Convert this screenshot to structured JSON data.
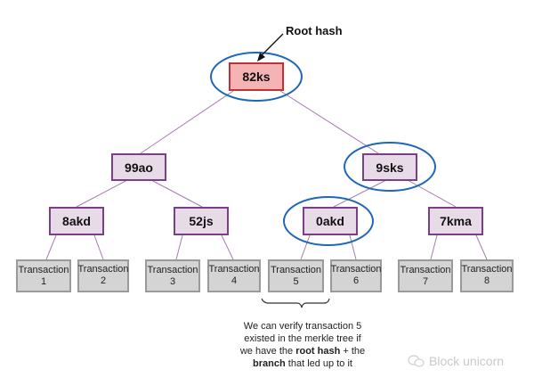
{
  "annotations": {
    "root_label": "Root hash",
    "caption": {
      "line1": "We can verify transaction 5",
      "line2": "existed in the merkle tree if",
      "line3_pre": "we have the ",
      "line3_bold": "root hash",
      "line3_post": " + the",
      "line4_bold": "branch",
      "line4_post": " that led up to it"
    },
    "watermark": "Block unicorn"
  },
  "tree": {
    "root": {
      "label": "82ks",
      "highlighted": true
    },
    "level1": [
      {
        "label": "99ao",
        "highlighted": false
      },
      {
        "label": "9sks",
        "highlighted": true
      }
    ],
    "level2": [
      {
        "label": "8akd",
        "highlighted": false
      },
      {
        "label": "52js",
        "highlighted": false
      },
      {
        "label": "0akd",
        "highlighted": true
      },
      {
        "label": "7kma",
        "highlighted": false
      }
    ],
    "transactions": [
      {
        "line1": "Transaction",
        "line2": "1"
      },
      {
        "line1": "Transaction",
        "line2": "2"
      },
      {
        "line1": "Transaction",
        "line2": "3"
      },
      {
        "line1": "Transaction",
        "line2": "4"
      },
      {
        "line1": "Transaction",
        "line2": "5"
      },
      {
        "line1": "Transaction",
        "line2": "6"
      },
      {
        "line1": "Transaction",
        "line2": "7"
      },
      {
        "line1": "Transaction",
        "line2": "8"
      }
    ]
  },
  "colors": {
    "highlight_ring": "#1f66b8",
    "edge": "#a77bb0",
    "root_fill": "#f6b3b3",
    "hash_fill": "#e8dbe8",
    "tx_fill": "#d4d4d4"
  }
}
